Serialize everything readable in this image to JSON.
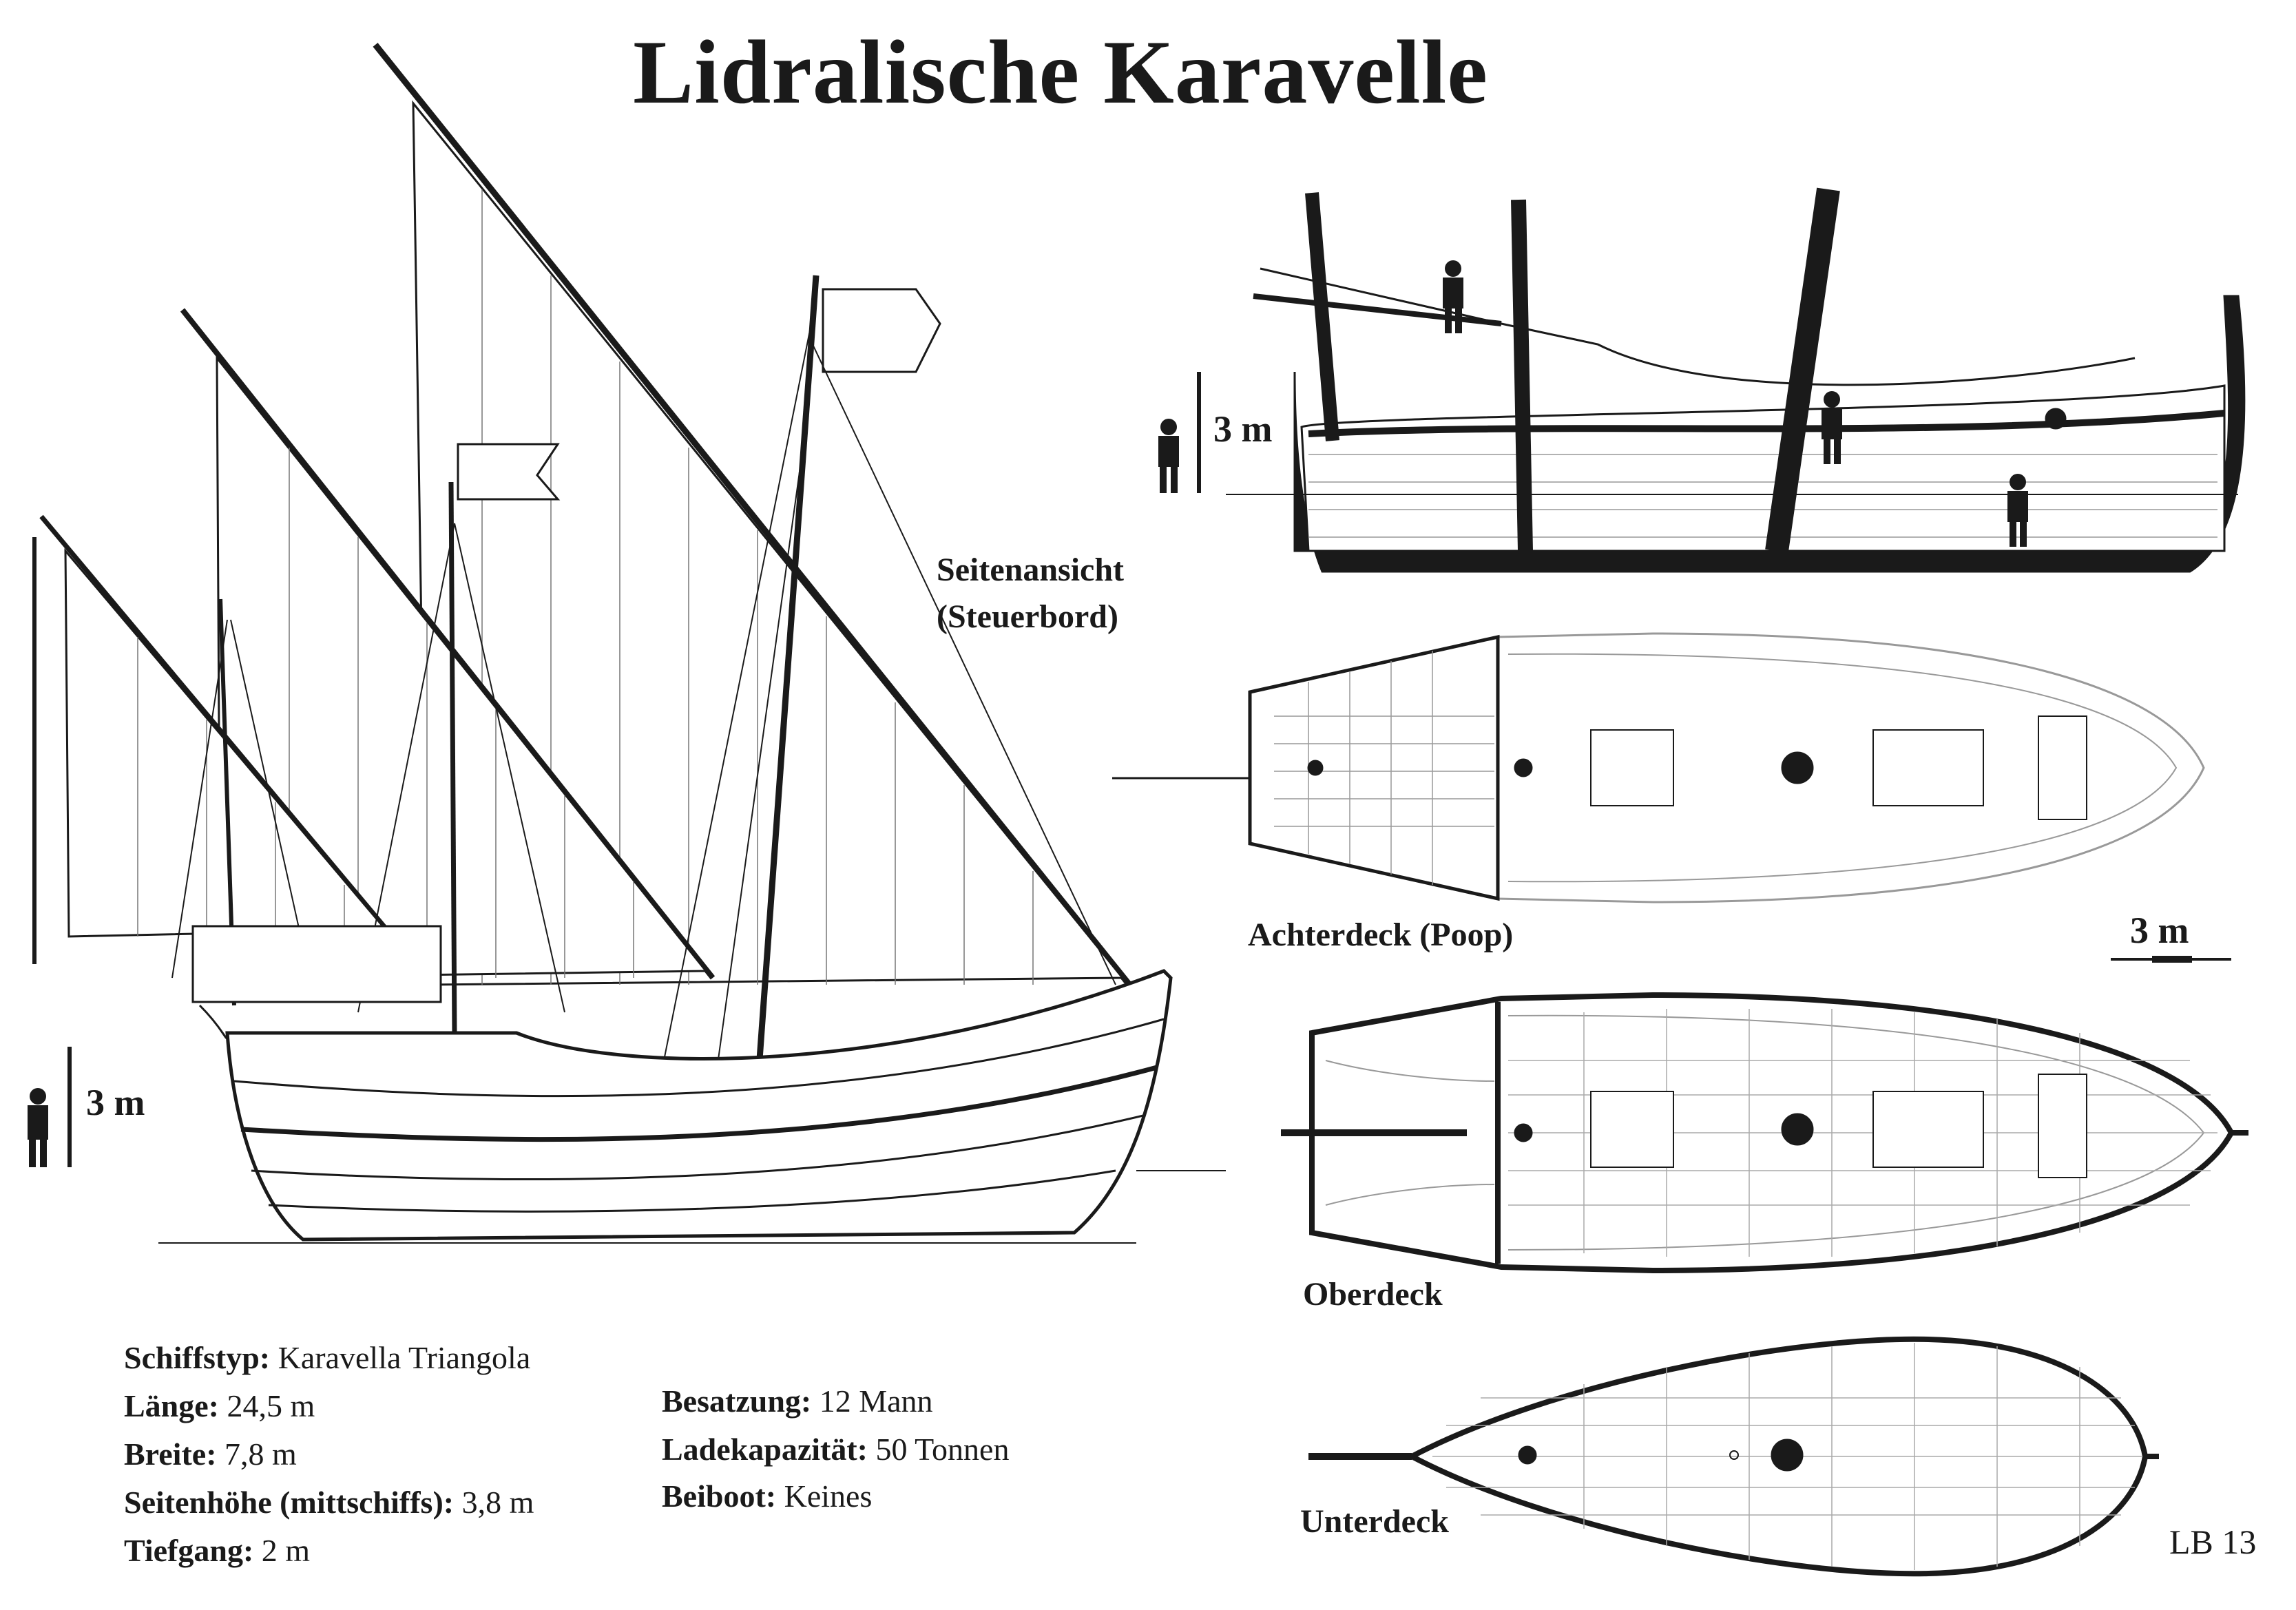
{
  "title": "Lidralische Karavelle",
  "views": {
    "side": "Seitenansicht",
    "side_sub": "(Steuerbord)",
    "poop": "Achterdeck (Poop)",
    "upper": "Oberdeck",
    "lower": "Unterdeck"
  },
  "scale_labels": [
    "3 m",
    "3 m",
    "3 m"
  ],
  "specs_left": [
    {
      "label": "Schiffstyp:",
      "value": "Karavella Triangola"
    },
    {
      "label": "Länge:",
      "value": "24,5 m"
    },
    {
      "label": "Breite:",
      "value": "7,8 m"
    },
    {
      "label": "Seitenhöhe (mittschiffs):",
      "value": "3,8 m"
    },
    {
      "label": "Tiefgang:",
      "value": "2 m"
    }
  ],
  "specs_right": [
    {
      "label": "Besatzung:",
      "value": "12 Mann"
    },
    {
      "label": "Ladekapazität:",
      "value": "50 Tonnen"
    },
    {
      "label": "Beiboot:",
      "value": "Keines"
    }
  ],
  "signature": "LB 13",
  "colors": {
    "ink": "#1a1a1a",
    "paper": "#ffffff",
    "light_line": "#9a9a9a"
  }
}
